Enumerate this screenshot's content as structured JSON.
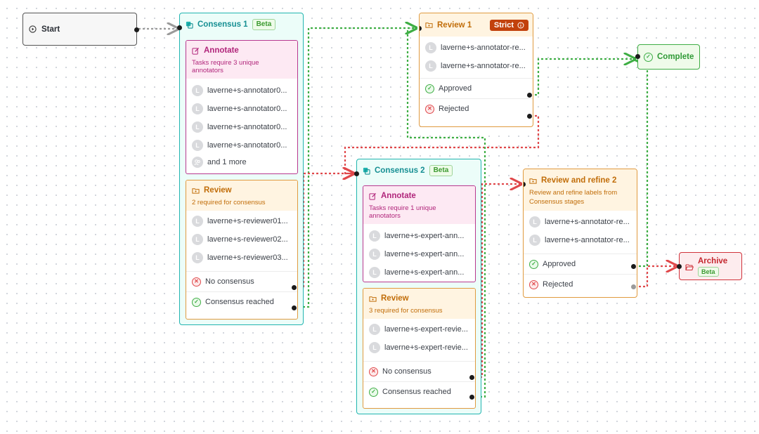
{
  "start": {
    "label": "Start"
  },
  "consensus1": {
    "title": "Consensus 1",
    "badge": "Beta",
    "annotate": {
      "title": "Annotate",
      "subtitle": "Tasks require 3 unique annotators",
      "users": [
        "laverne+s-annotator0...",
        "laverne+s-annotator0...",
        "laverne+s-annotator0...",
        "laverne+s-annotator0..."
      ],
      "more": "and 1 more"
    },
    "review": {
      "title": "Review",
      "subtitle": "2 required for consensus",
      "users": [
        "laverne+s-reviewer01...",
        "laverne+s-reviewer02...",
        "laverne+s-reviewer03..."
      ],
      "no_consensus": "No consensus",
      "consensus_reached": "Consensus reached"
    }
  },
  "consensus2": {
    "title": "Consensus 2",
    "badge": "Beta",
    "annotate": {
      "title": "Annotate",
      "subtitle": "Tasks require 1 unique annotators",
      "users": [
        "laverne+s-expert-ann...",
        "laverne+s-expert-ann...",
        "laverne+s-expert-ann..."
      ]
    },
    "review": {
      "title": "Review",
      "subtitle": "3 required for consensus",
      "users": [
        "laverne+s-expert-revie...",
        "laverne+s-expert-revie..."
      ],
      "no_consensus": "No consensus",
      "consensus_reached": "Consensus reached"
    }
  },
  "review1": {
    "title": "Review 1",
    "strict": "Strict",
    "users": [
      "laverne+s-annotator-re...",
      "laverne+s-annotator-re..."
    ],
    "approved": "Approved",
    "rejected": "Rejected"
  },
  "review_refine2": {
    "title": "Review and refine 2",
    "subtitle": "Review and refine labels from Consensus stages",
    "users": [
      "laverne+s-annotator-re...",
      "laverne+s-annotator-re..."
    ],
    "approved": "Approved",
    "rejected": "Rejected"
  },
  "complete": {
    "label": "Complete"
  },
  "archive": {
    "label": "Archive",
    "badge": "Beta"
  },
  "avatar_initial": "L",
  "colors": {
    "consensus": "#21b5b0",
    "annotate": "#b8388f",
    "review": "#e09a3f",
    "complete": "#3fae45",
    "archive": "#d0323a",
    "edge_ok": "#3fae45",
    "edge_bad": "#e0484b",
    "edge_neutral": "#9a9a9a"
  }
}
